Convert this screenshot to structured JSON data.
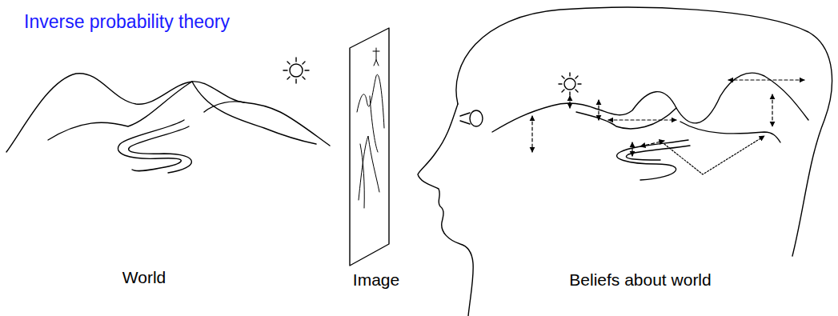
{
  "diagram": {
    "title": "Inverse probability theory",
    "labels": [
      "World",
      "Image",
      "Beliefs about world"
    ]
  }
}
